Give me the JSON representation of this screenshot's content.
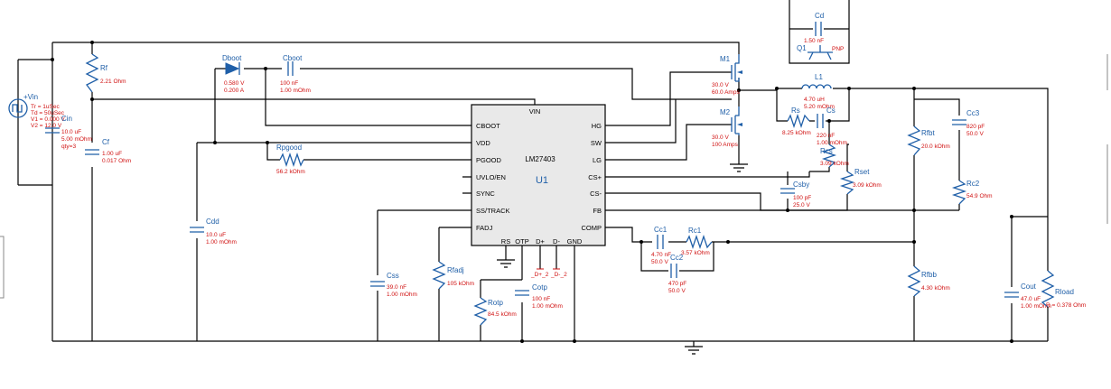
{
  "ic": {
    "name": "U1",
    "part": "LM27403",
    "pins_left": [
      "CBOOT",
      "VDD",
      "PGOOD",
      "UVLO/EN",
      "SYNC",
      "SS/TRACK",
      "FADJ"
    ],
    "pins_right": [
      "HG",
      "SW",
      "LG",
      "CS+",
      "CS-",
      "FB",
      "COMP"
    ],
    "pin_top": "VIN",
    "pins_bottom": [
      "RS",
      "OTP",
      "D+",
      "D-",
      "GND"
    ]
  },
  "source": {
    "name": "+Vin",
    "params": [
      "Tr = 1uSec",
      "Td = 50uSec",
      "V1 = 0.000 V",
      "V2 = 12.0 V"
    ]
  },
  "components": [
    {
      "id": "cin",
      "name": "Cin",
      "values": [
        "10.0 uF",
        "5.00 mOhm",
        "qty=3"
      ]
    },
    {
      "id": "rf",
      "name": "Rf",
      "values": [
        "2.21 Ohm"
      ]
    },
    {
      "id": "cf",
      "name": "Cf",
      "values": [
        "1.00 uF",
        "0.017 Ohm"
      ]
    },
    {
      "id": "dboot",
      "name": "Dboot",
      "values": [
        "0.580 V",
        "0.200 A"
      ]
    },
    {
      "id": "cboot",
      "name": "Cboot",
      "values": [
        "100 nF",
        "1.00 mOhm"
      ]
    },
    {
      "id": "rpgood",
      "name": "Rpgood",
      "values": [
        "56.2 kOhm"
      ]
    },
    {
      "id": "cdd",
      "name": "Cdd",
      "values": [
        "10.0 uF",
        "1.00 mOhm"
      ]
    },
    {
      "id": "css",
      "name": "Css",
      "values": [
        "39.0 nF",
        "1.00 mOhm"
      ]
    },
    {
      "id": "rfadj",
      "name": "Rfadj",
      "values": [
        "105 kOhm"
      ]
    },
    {
      "id": "rotp",
      "name": "Rotp",
      "values": [
        "84.5 kOhm"
      ]
    },
    {
      "id": "cotp",
      "name": "Cotp",
      "values": [
        "100 nF",
        "1.00 mOhm"
      ]
    },
    {
      "id": "m1",
      "name": "M1",
      "values": [
        "30.0 V",
        "60.0 Amps"
      ]
    },
    {
      "id": "m2",
      "name": "M2",
      "values": [
        "30.0 V",
        "100 Amps"
      ]
    },
    {
      "id": "cd",
      "name": "Cd",
      "values": [
        "1.50 nF"
      ]
    },
    {
      "id": "q1",
      "name": "Q1",
      "values": [
        "PNP"
      ]
    },
    {
      "id": "l1",
      "name": "L1",
      "values": [
        "4.70 uH",
        "5.20 mOhm"
      ]
    },
    {
      "id": "rs",
      "name": "Rs",
      "values": [
        "8.25 kOhm"
      ]
    },
    {
      "id": "cs",
      "name": "Cs",
      "values": [
        "220 nF",
        "1.00 mOhm"
      ]
    },
    {
      "id": "rcs",
      "name": "Rcs",
      "values": [
        "3.09 kOhm"
      ]
    },
    {
      "id": "rset",
      "name": "Rset",
      "values": [
        "3.09 kOhm"
      ]
    },
    {
      "id": "csby",
      "name": "Csby",
      "values": [
        "100 pF",
        "25.0 V"
      ]
    },
    {
      "id": "cc1",
      "name": "Cc1",
      "values": [
        "4.70 nF",
        "50.0 V"
      ]
    },
    {
      "id": "rc1",
      "name": "Rc1",
      "values": [
        "3.57 kOhm"
      ]
    },
    {
      "id": "cc2",
      "name": "Cc2",
      "values": [
        "470 pF",
        "50.0 V"
      ]
    },
    {
      "id": "rfbt",
      "name": "Rfbt",
      "values": [
        "20.0 kOhm"
      ]
    },
    {
      "id": "cc3",
      "name": "Cc3",
      "values": [
        "820 pF",
        "50.0 V"
      ]
    },
    {
      "id": "rc2",
      "name": "Rc2",
      "values": [
        "54.9 Ohm"
      ]
    },
    {
      "id": "rfbb",
      "name": "Rfbb",
      "values": [
        "4.30 kOhm"
      ]
    },
    {
      "id": "cout",
      "name": "Cout",
      "values": [
        "47.0 uF",
        "1.00 mOhm"
      ]
    },
    {
      "id": "rload",
      "name": "Rload",
      "values": [
        "R = 0.378 Ohm"
      ]
    }
  ],
  "net_labels": {
    "dplus": "_D+_2",
    "dminus": "_D-_2"
  }
}
